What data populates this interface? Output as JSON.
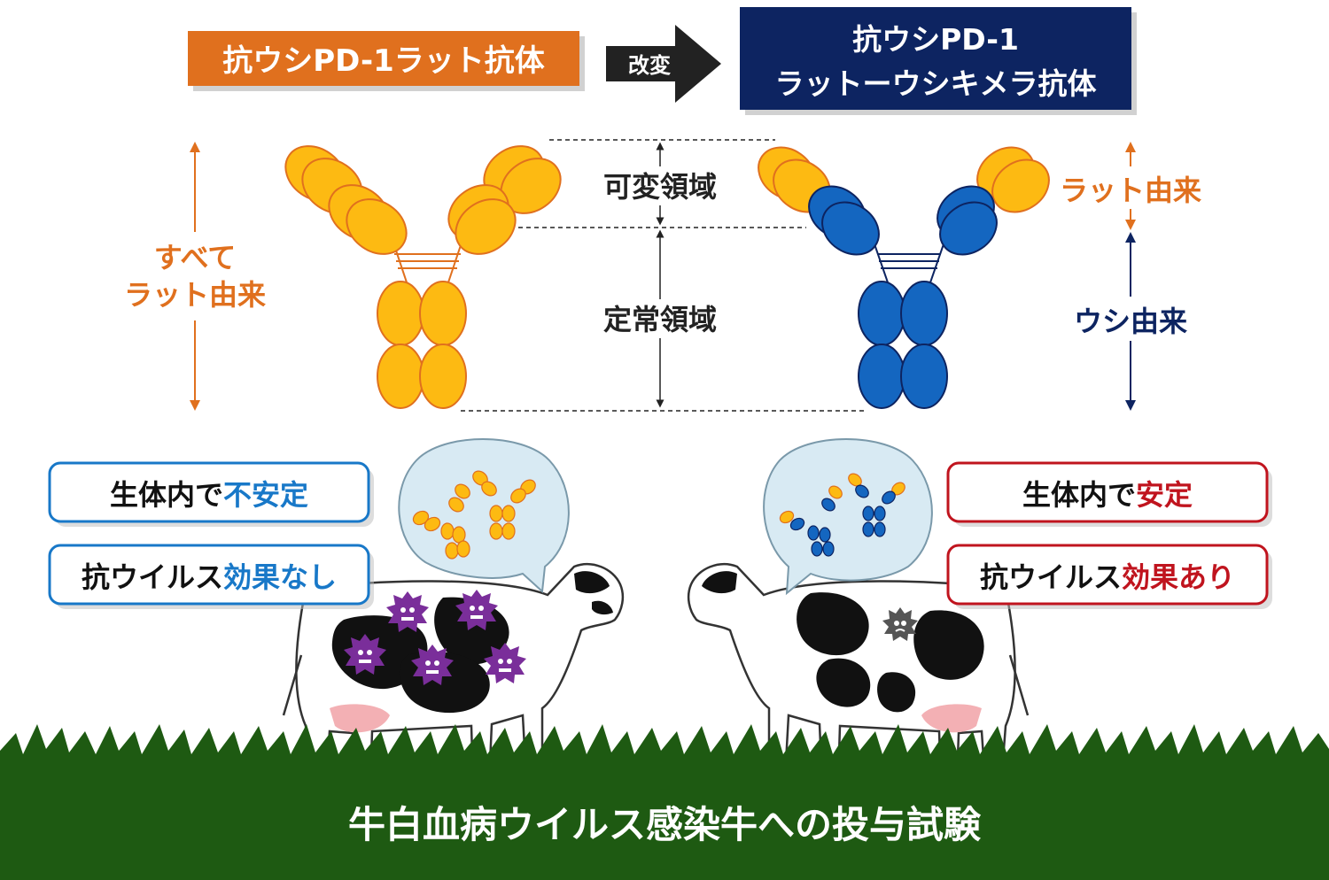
{
  "header": {
    "left_label": "抗ウシPD-1ラット抗体",
    "arrow_label": "改変",
    "right_label_line1": "抗ウシPD-1",
    "right_label_line2": "ラットーウシキメラ抗体"
  },
  "regions": {
    "variable": "可変領域",
    "constant": "定常領域"
  },
  "left_side": {
    "origin_line1": "すべて",
    "origin_line2": "ラット由来"
  },
  "right_side": {
    "upper_origin": "ラット由来",
    "lower_origin": "ウシ由来"
  },
  "left_boxes": {
    "box1_prefix": "生体内で",
    "box1_highlight": "不安定",
    "box2_prefix": "抗ウイルス",
    "box2_highlight": "効果なし"
  },
  "right_boxes": {
    "box1_prefix": "生体内で",
    "box1_highlight": "安定",
    "box2_prefix": "抗ウイルス",
    "box2_highlight": "効果あり"
  },
  "footer": {
    "caption": "牛白血病ウイルス感染牛への投与試験"
  },
  "colors": {
    "orange_label": "#E0701E",
    "navy_label": "#0D2461",
    "rat_yellow": "#FDBA12",
    "cow_blue": "#1466C0",
    "blue_text": "#1878C8",
    "red_text": "#C0141E",
    "virus_purple": "#7A2E9A",
    "grass_green": "#1E5A12"
  }
}
